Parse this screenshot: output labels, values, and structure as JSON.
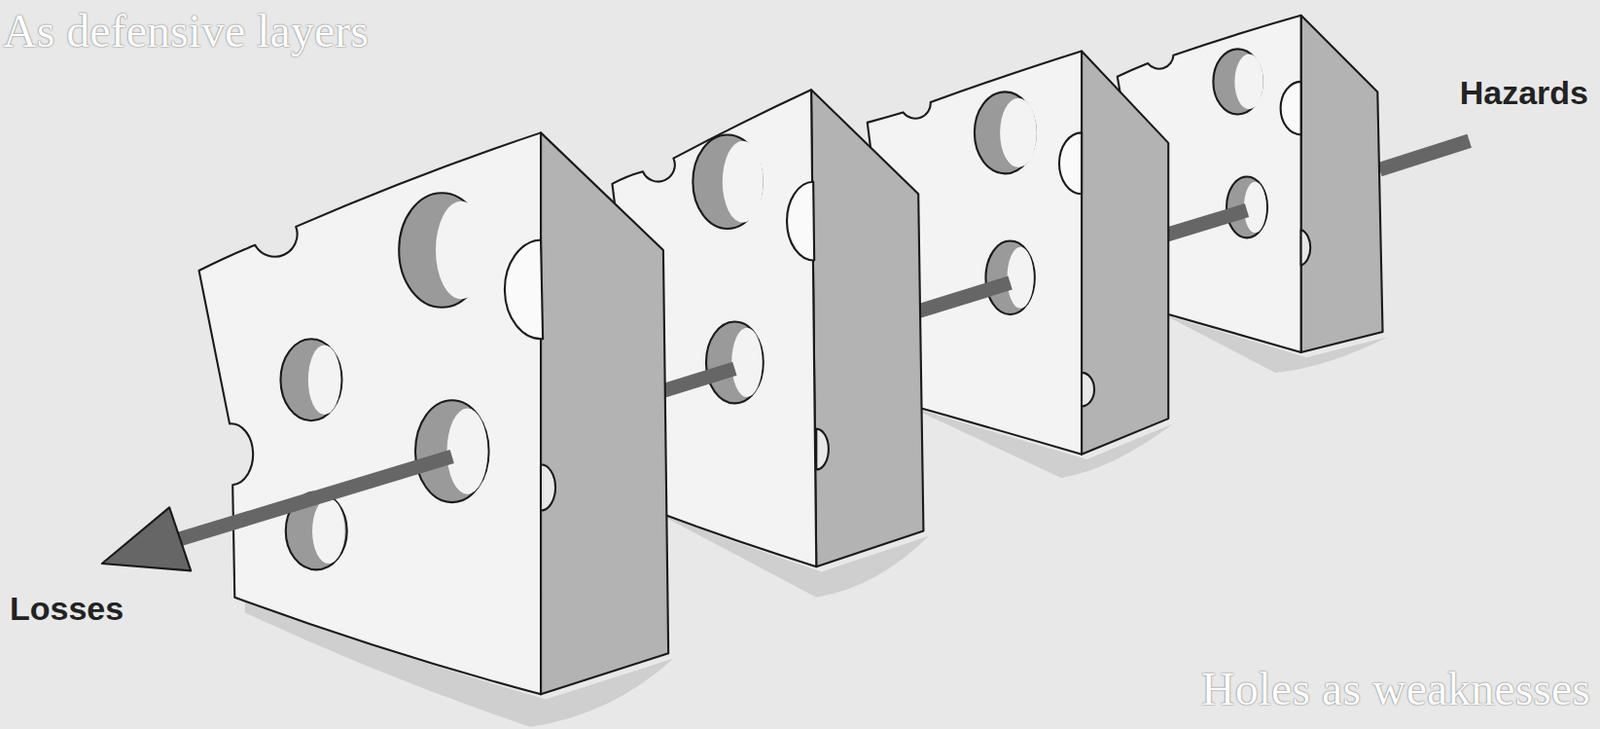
{
  "diagram": {
    "labels": [
      "As defensive layers",
      "Hazards",
      "Losses",
      "Holes as weaknesses"
    ]
  }
}
